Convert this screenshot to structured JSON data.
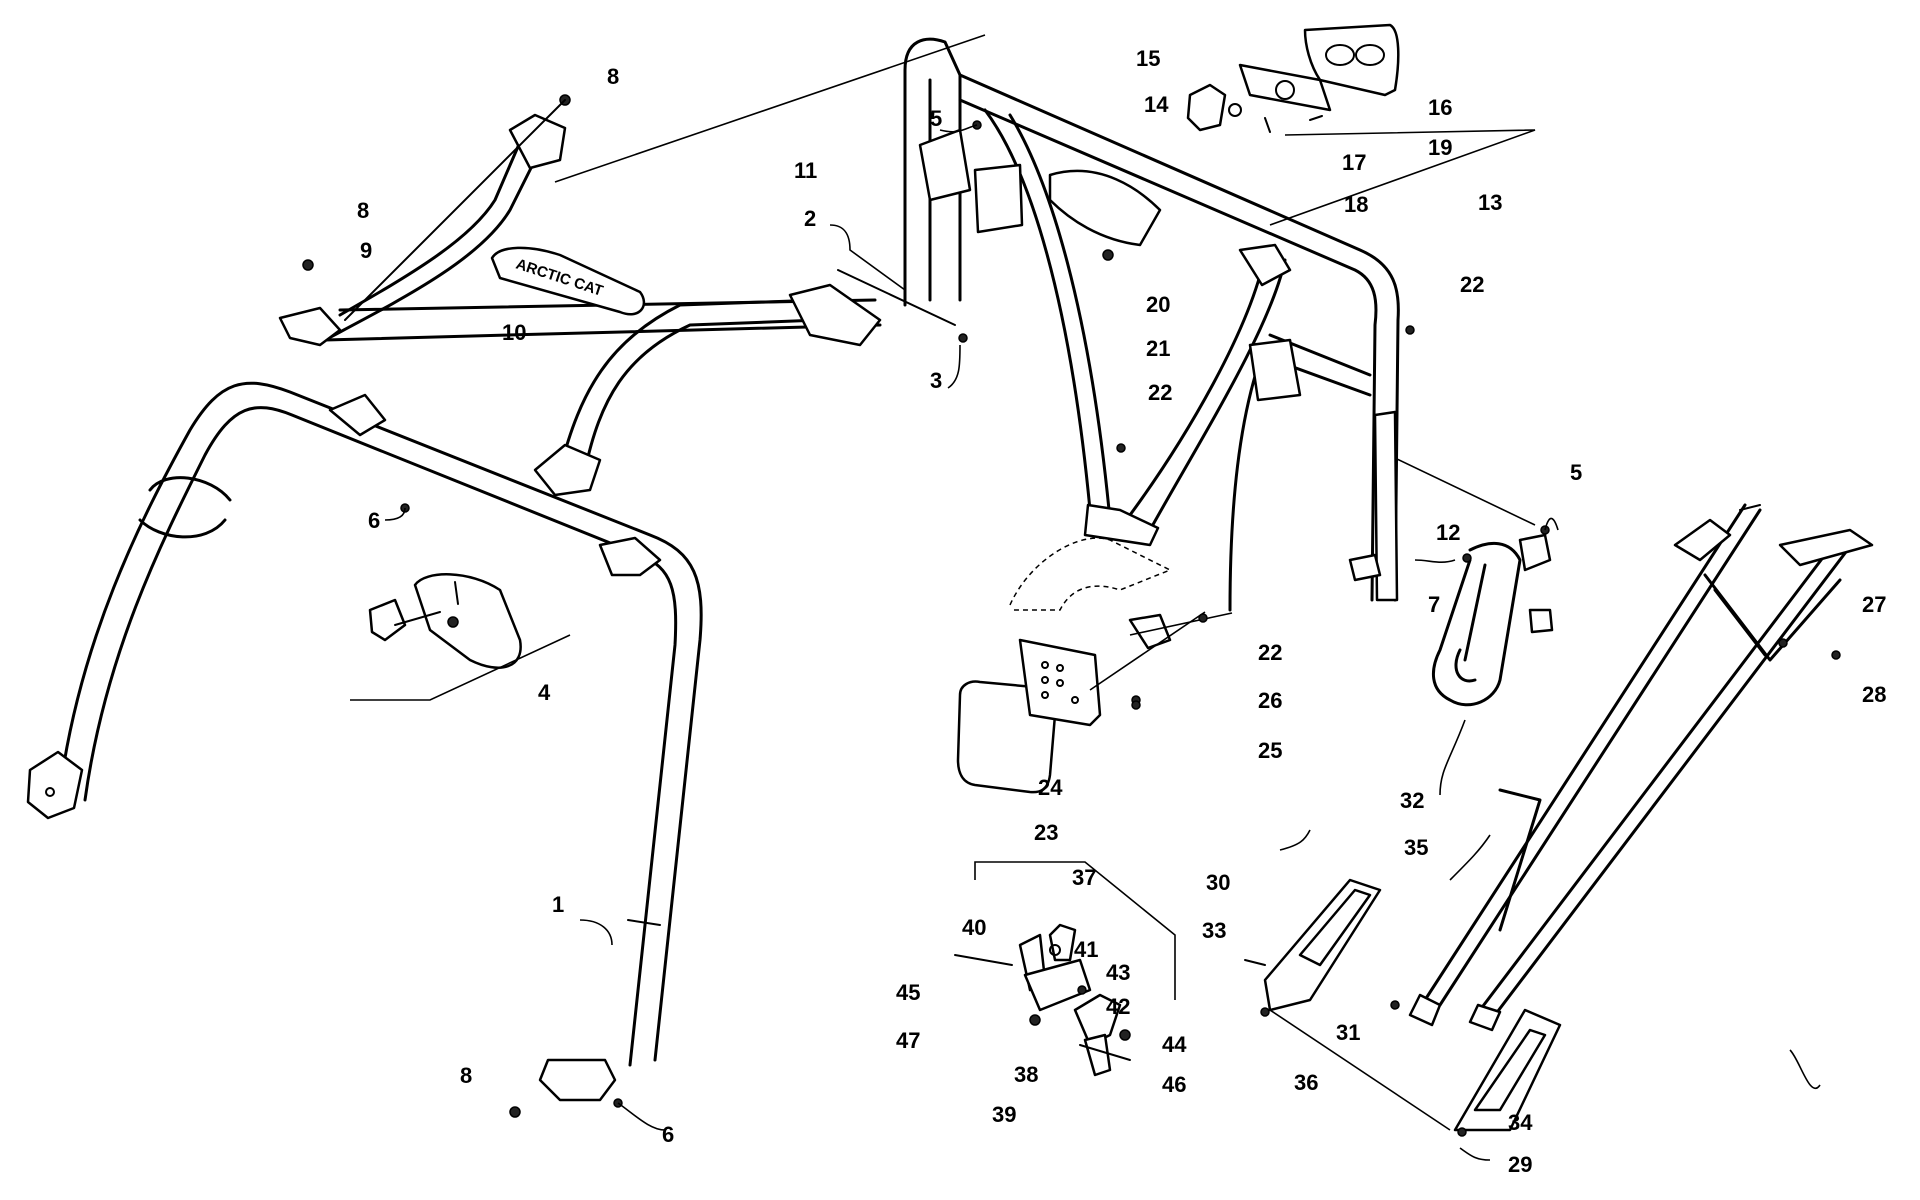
{
  "diagram": {
    "brand_text": "ARCTIC CAT",
    "callouts": [
      {
        "id": "1",
        "text": "1"
      },
      {
        "id": "2",
        "text": "2"
      },
      {
        "id": "3",
        "text": "3"
      },
      {
        "id": "4",
        "text": "4"
      },
      {
        "id": "5a",
        "text": "5"
      },
      {
        "id": "5b",
        "text": "5"
      },
      {
        "id": "6a",
        "text": "6"
      },
      {
        "id": "6b",
        "text": "6"
      },
      {
        "id": "7",
        "text": "7"
      },
      {
        "id": "8a",
        "text": "8"
      },
      {
        "id": "8b",
        "text": "8"
      },
      {
        "id": "8c",
        "text": "8"
      },
      {
        "id": "9",
        "text": "9"
      },
      {
        "id": "10",
        "text": "10"
      },
      {
        "id": "11",
        "text": "11"
      },
      {
        "id": "12",
        "text": "12"
      },
      {
        "id": "13",
        "text": "13"
      },
      {
        "id": "14",
        "text": "14"
      },
      {
        "id": "15",
        "text": "15"
      },
      {
        "id": "16",
        "text": "16"
      },
      {
        "id": "17",
        "text": "17"
      },
      {
        "id": "18",
        "text": "18"
      },
      {
        "id": "19",
        "text": "19"
      },
      {
        "id": "20",
        "text": "20"
      },
      {
        "id": "21",
        "text": "21"
      },
      {
        "id": "22a",
        "text": "22"
      },
      {
        "id": "22b",
        "text": "22"
      },
      {
        "id": "22c",
        "text": "22"
      },
      {
        "id": "23",
        "text": "23"
      },
      {
        "id": "24",
        "text": "24"
      },
      {
        "id": "25",
        "text": "25"
      },
      {
        "id": "26",
        "text": "26"
      },
      {
        "id": "27",
        "text": "27"
      },
      {
        "id": "28",
        "text": "28"
      },
      {
        "id": "29",
        "text": "29"
      },
      {
        "id": "30",
        "text": "30"
      },
      {
        "id": "31",
        "text": "31"
      },
      {
        "id": "32",
        "text": "32"
      },
      {
        "id": "33",
        "text": "33"
      },
      {
        "id": "34",
        "text": "34"
      },
      {
        "id": "35",
        "text": "35"
      },
      {
        "id": "36",
        "text": "36"
      },
      {
        "id": "37",
        "text": "37"
      },
      {
        "id": "38",
        "text": "38"
      },
      {
        "id": "39",
        "text": "39"
      },
      {
        "id": "40",
        "text": "40"
      },
      {
        "id": "41",
        "text": "41"
      },
      {
        "id": "42",
        "text": "42"
      },
      {
        "id": "43",
        "text": "43"
      },
      {
        "id": "44",
        "text": "44"
      },
      {
        "id": "45",
        "text": "45"
      },
      {
        "id": "46",
        "text": "46"
      },
      {
        "id": "47",
        "text": "47"
      }
    ]
  }
}
